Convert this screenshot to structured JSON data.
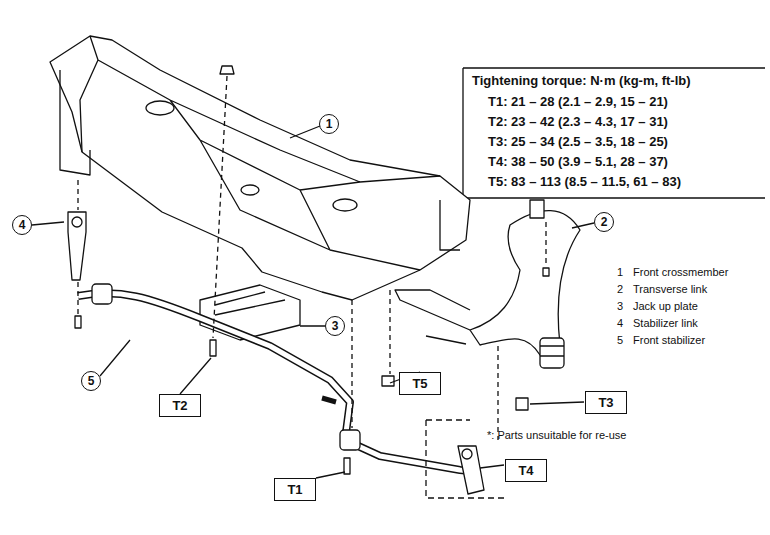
{
  "diagram": {
    "nodes": [
      {
        "text": [
          "1"
        ]
      },
      {
        "text": [
          "2"
        ]
      },
      {
        "text": [
          "4"
        ]
      },
      {
        "text": [
          "3"
        ]
      },
      {
        "text": [
          "5"
        ]
      },
      {
        "text": [
          "T5"
        ]
      },
      {
        "text": [
          "T2"
        ]
      },
      {
        "text": [
          "T3"
        ]
      },
      {
        "text": [
          "T1"
        ]
      },
      {
        "text": [
          "T4"
        ]
      }
    ],
    "labels": [
      "Tightening torque: N·m (kg-m, ft-lb)",
      "T1: 21 – 28 (2.1 – 2.9, 15 – 21)",
      "T2: 23 – 42 (2.3 – 4.3, 17 – 31)",
      "T3: 25 – 34 (2.5 – 3.5, 18 – 25)",
      "T4: 38 – 50 (3.9 – 5.1, 28 – 37)",
      "T5: 83 – 113 (8.5 – 11.5, 61 – 83)",
      "1",
      "Front crossmember",
      "2",
      "Transverse link",
      "3",
      "Jack up plate",
      "4",
      "Stabilizer link",
      "5",
      "Front stabilizer",
      "*: Parts unsuitable for re-use"
    ]
  }
}
